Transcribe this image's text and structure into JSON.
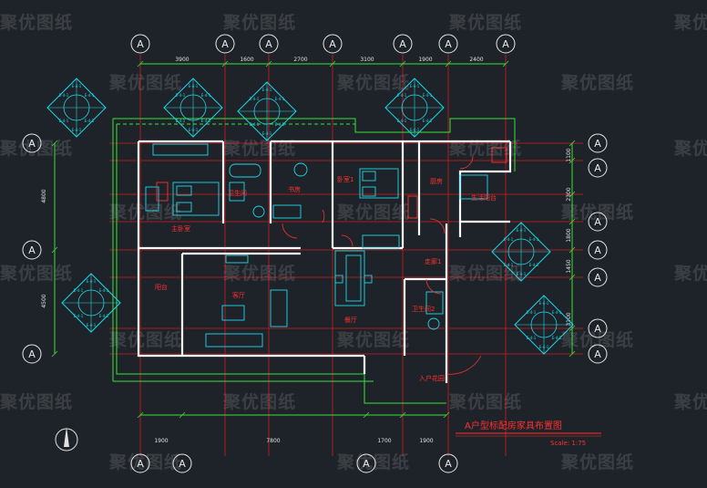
{
  "watermark_text": "聚优图纸",
  "drawing": {
    "title": "A户型标配房家具布置图",
    "scale": "Scale: 1:75",
    "grid_label": "A",
    "top_dims": [
      "3900",
      "1600",
      "2700",
      "3100",
      "1900",
      "2400"
    ],
    "bottom_dims": [
      "1900",
      "7800",
      "1700",
      "1900"
    ],
    "left_dims": [
      "4800",
      "4500"
    ],
    "right_dims": [
      "1100",
      "2300",
      "1800",
      "1450",
      "3100"
    ],
    "rooms": {
      "master_bedroom": "主卧室",
      "bath_master": "卫生间",
      "study": "书房",
      "bedroom1": "卧室1",
      "kitchen": "厨房",
      "service_balcony": "生活阳台",
      "corridor": "走廊1",
      "balcony": "阳台",
      "living": "客厅",
      "dining": "餐厅",
      "bath2": "卫生间2",
      "entrance": "入户花园"
    },
    "legend_text": "E-4-1"
  },
  "colors": {
    "background": "#1e2329",
    "wall": "#ffffff",
    "axis": "#ff2020",
    "dimension": "#40ff40",
    "furniture": "#00ffff",
    "room_text": "#ff3030",
    "legend": "#00ffff"
  }
}
